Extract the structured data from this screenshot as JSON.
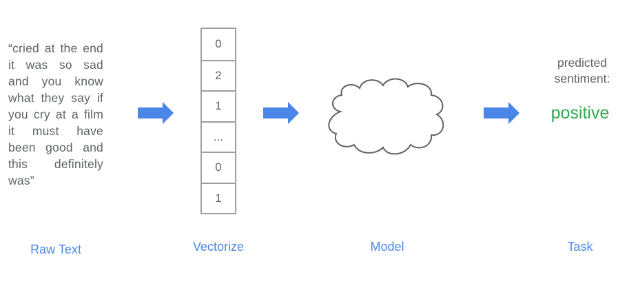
{
  "raw_text": "“cried at the end it was so sad and you know what they say if you cry at a film it must have been good and this definitely was”",
  "vector_cells": [
    "0",
    "2",
    "1",
    "...",
    "0",
    "1"
  ],
  "labels": {
    "raw_text": "Raw Text",
    "vectorize": "Vectorize",
    "model": "Model",
    "task": "Task"
  },
  "prediction": {
    "label": "predicted sentiment:",
    "value": "positive"
  },
  "colors": {
    "arrow": "#4a86e8",
    "label": "#4a86e8",
    "positive": "#34a853",
    "text": "#5f6368",
    "cloud_stroke": "#616161"
  }
}
